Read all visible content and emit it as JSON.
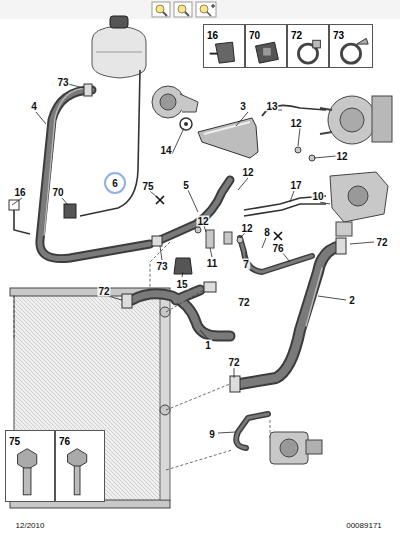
{
  "diagram": {
    "nodes": [
      {
        "text": [
          "16"
        ]
      },
      {
        "text": [
          "70"
        ]
      },
      {
        "text": [
          "72"
        ]
      },
      {
        "text": [
          "73"
        ]
      },
      {
        "text": [
          "75"
        ]
      },
      {
        "text": [
          "76"
        ]
      }
    ],
    "labels": [
      "73",
      "4",
      "6",
      "3",
      "13",
      "12",
      "12",
      "14",
      "16",
      "70",
      "75",
      "5",
      "12",
      "17",
      "10",
      "12",
      "12",
      "73",
      "11",
      "8",
      "7",
      "76",
      "72",
      "15",
      "72",
      "72",
      "2",
      "1",
      "72",
      "9",
      "12/2010",
      "00089171"
    ]
  }
}
